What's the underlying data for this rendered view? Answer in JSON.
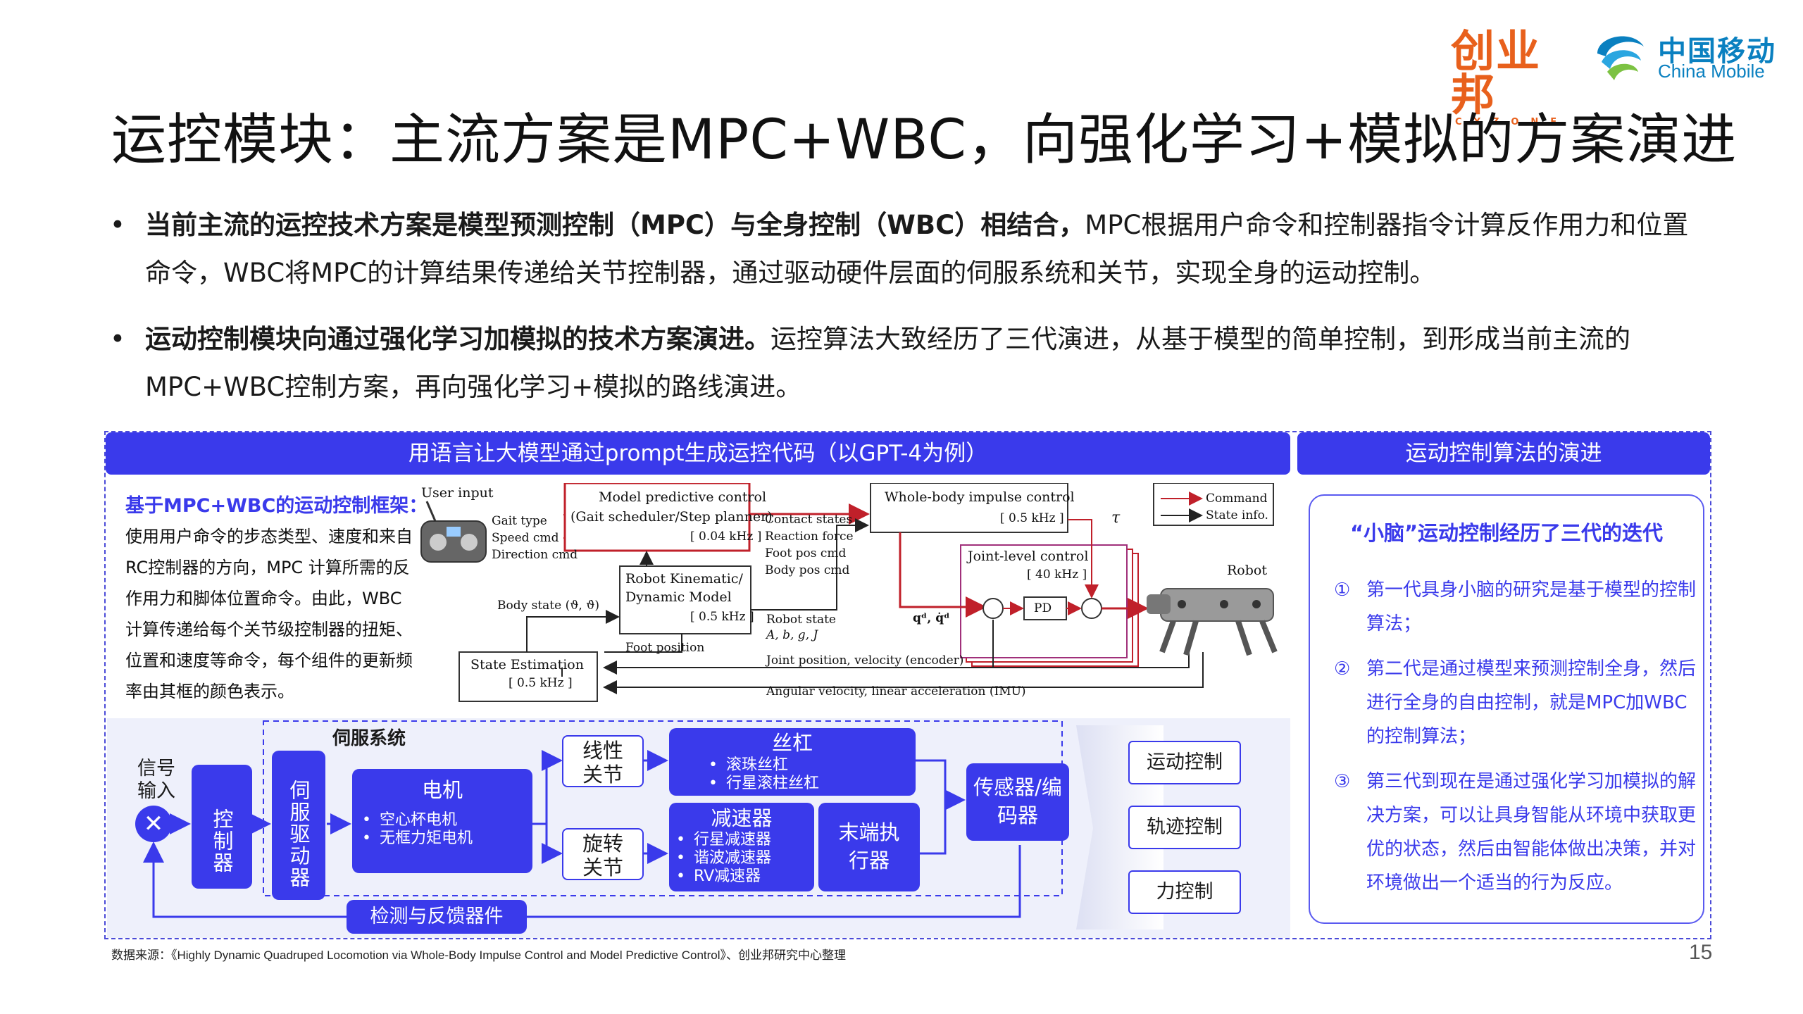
{
  "logos": {
    "cyzone_cn": "创业邦",
    "cyzone_en": "CYZONE",
    "cm_cn": "中国移动",
    "cm_en": "China Mobile"
  },
  "title": "运控模块：主流方案是MPC+WBC，向强化学习+模拟的方案演进",
  "bullets": [
    {
      "marker": "•",
      "bold": "当前主流的运控技术方案是模型预测控制（MPC）与全身控制（WBC）相结合，",
      "text": "MPC根据用户命令和控制器指令计算反作用力和位置命令，WBC将MPC的计算结果传递给关节控制器，通过驱动硬件层面的伺服系统和关节，实现全身的运动控制。"
    },
    {
      "marker": "•",
      "bold": "运动控制模块向通过强化学习加模拟的技术方案演进。",
      "text": "运控算法大致经历了三代演进，从基于模型的简单控制，到形成当前主流的MPC+WBC控制方案，再向强化学习+模拟的路线演进。"
    }
  ],
  "left_panel": {
    "header": "用语言让大模型通过prompt生成运控代码（以GPT-4为例）",
    "frame_title": "基于MPC+WBC的运动控制框架：",
    "frame_desc": "使用用户命令的步态类型、速度和来自RC控制器的方向，MPC 计算所需的反作用力和脚体位置命令。由此，WBC计算传递给每个关节级控制器的扭矩、位置和速度等命令，每个组件的更新频率由其框的颜色表示。",
    "diagram": {
      "user_input": "User input",
      "gait_type": "Gait type",
      "speed_cmd": "Speed cmd",
      "direction_cmd": "Direction cmd",
      "mpc_l1": "Model predictive control",
      "mpc_l2": "(Gait scheduler/Step planner)",
      "mpc_freq": "[ 0.04 kHz ]",
      "contact_states": "Contact states",
      "reaction_force": "Reaction force",
      "foot_pos_cmd": "Foot pos cmd",
      "body_pos_cmd": "Body pos cmd",
      "wbc_l1": "Whole-body impulse control",
      "wbc_freq": "[ 0.5 kHz ]",
      "tau": "τ",
      "legend_cmd": "Command",
      "legend_state": "State info.",
      "joint_l1": "Joint-level control",
      "joint_freq": "[ 40 kHz ]",
      "robot": "Robot",
      "pd": "PD",
      "body_state": "Body state (ϑ, ϑ̇)",
      "kin_l1": "Robot Kinematic/",
      "kin_l2": "Dynamic Model",
      "kin_freq": "[ 0.5 kHz ]",
      "robot_state": "Robot state",
      "robot_state_vars": "A, b, g, J",
      "qd": "qᵈ, q̇ᵈ",
      "foot_position": "Foot position",
      "state_est": "State Estimation",
      "state_est_freq": "[ 0.5 kHz ]",
      "joint_feedback": "Joint position, velocity (encoder)",
      "imu_feedback": "Angular velocity, linear acceleration (IMU)"
    },
    "servo": {
      "signal_input": "信号输入",
      "mult_symbol": "✕",
      "controller": "控制器",
      "servo_system": "伺服系统",
      "servo_driver": "伺服驱动器",
      "motor": "电机",
      "motor_items": [
        "空心杯电机",
        "无框力矩电机"
      ],
      "linear_joint": "线性关节",
      "rotary_joint": "旋转关节",
      "lead_screw": "丝杠",
      "lead_screw_items": [
        "滚珠丝杠",
        "行星滚柱丝杠"
      ],
      "reducer": "减速器",
      "reducer_items": [
        "行星减速器",
        "谐波减速器",
        "RV减速器"
      ],
      "end_effector": "末端执行器",
      "sensor": "传感器/编码器",
      "feedback": "检测与反馈器件",
      "outputs": [
        "运动控制",
        "轨迹控制",
        "力控制"
      ]
    }
  },
  "right_panel": {
    "header": "运动控制算法的演进",
    "card_title": "“小脑”运动控制经历了三代的迭代",
    "items": [
      {
        "num": "①",
        "text": "第一代具身小脑的研究是基于模型的控制算法；"
      },
      {
        "num": "②",
        "text": "第二代是通过模型来预测控制全身，然后进行全身的自由控制，就是MPC加WBC的控制算法；"
      },
      {
        "num": "③",
        "text": "第三代到现在是通过强化学习加模拟的解决方案，可以让具身智能从环境中获取更优的状态，然后由智能体做出决策，并对环境做出一个适当的行为反应。"
      }
    ]
  },
  "source": "数据来源：《Highly Dynamic Quadruped Locomotion via Whole-Body Impulse Control and Model Predictive Control》、创业邦研究中心整理",
  "page_number": "15",
  "colors": {
    "accent": "#3a3aeb",
    "brand_orange": "#e8601c",
    "cm_blue": "#0a80c0",
    "command_red": "#c0202a"
  }
}
